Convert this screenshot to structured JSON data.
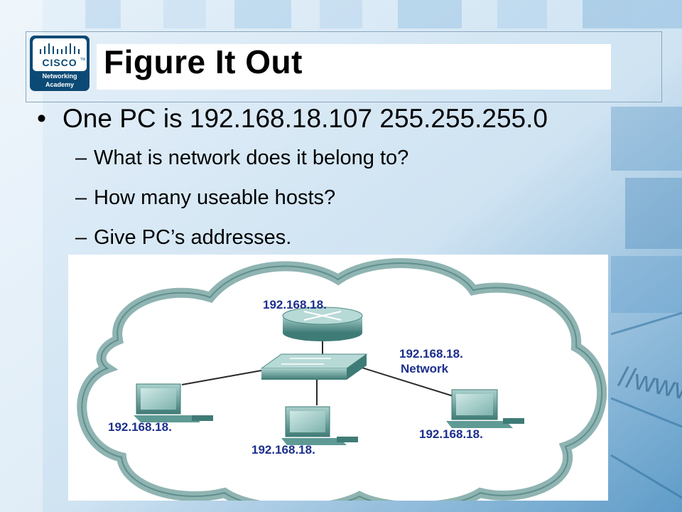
{
  "slide": {
    "title": "Figure It Out",
    "bullet": "One PC is 192.168.18.107 255.255.255.0",
    "bullet_marker": "•",
    "sub_marker": "–",
    "sub_items": [
      "What is network does it belong to?",
      "How many useable hosts?",
      "Give PC’s addresses."
    ]
  },
  "logo": {
    "wordmark": "CISCO",
    "trademark": "TM",
    "line1": "Networking",
    "line2": "Academy"
  },
  "background": {
    "watermark": "//www"
  },
  "diagram": {
    "router_label": "192.168.18.",
    "network_label_line1": "192.168.18.",
    "network_label_line2": "Network",
    "pc_left_label": "192.168.18.",
    "pc_center_label": "192.168.18.",
    "pc_right_label": "192.168.18.",
    "colors": {
      "label": "#1c2f8c",
      "cloud_fill": "#8fb4b2",
      "cloud_stroke": "#5f8f8d",
      "device": "#4f8a85"
    }
  }
}
